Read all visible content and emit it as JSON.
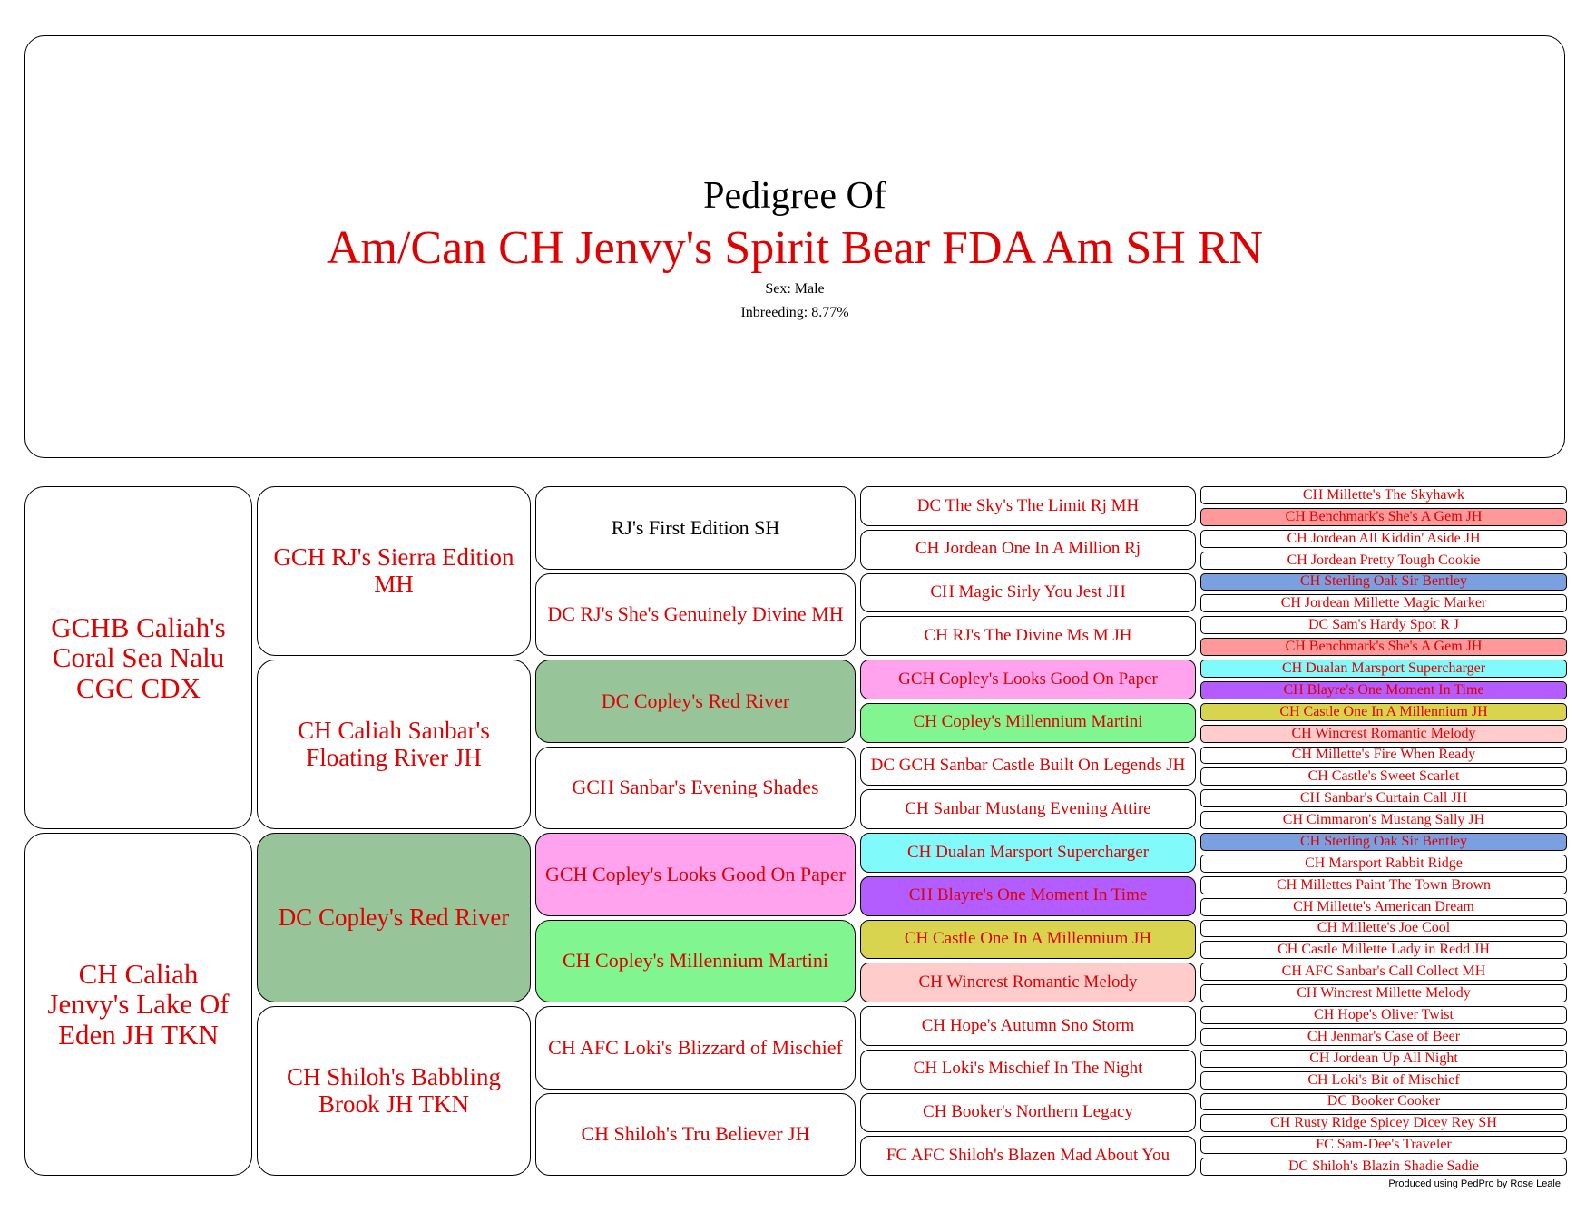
{
  "header": {
    "label": "Pedigree Of",
    "name": "Am/Can CH Jenvy's Spirit Bear FDA Am SH RN",
    "sex": "Sex: Male",
    "inbreeding": "Inbreeding: 8.77%"
  },
  "colors": {
    "text": "#e00000",
    "green": "#98c49a",
    "pink": "#ffa3ef",
    "lightgreen": "#80f590",
    "cyan": "#80fafa",
    "purple": "#b35cff",
    "yellow": "#d9d44e",
    "lightpink": "#ffcccc",
    "salmon": "#ff9999",
    "blue": "#7aa0e0"
  },
  "generations": [
    [
      {
        "name": "GCHB Caliah's Coral Sea Nalu CGC CDX"
      },
      {
        "name": "CH Caliah Jenvy's Lake Of Eden JH TKN"
      }
    ],
    [
      {
        "name": "GCH RJ's Sierra Edition MH"
      },
      {
        "name": "CH Caliah Sanbar's Floating River JH"
      },
      {
        "name": "DC Copley's Red River",
        "color": "green"
      },
      {
        "name": "CH Shiloh's Babbling Brook JH TKN"
      }
    ],
    [
      {
        "name": "RJ's First Edition SH",
        "black": true
      },
      {
        "name": "DC RJ's She's Genuinely Divine MH"
      },
      {
        "name": "DC Copley's Red River",
        "color": "green"
      },
      {
        "name": "GCH Sanbar's Evening Shades"
      },
      {
        "name": "GCH Copley's Looks Good On Paper",
        "color": "pink"
      },
      {
        "name": "CH Copley's Millennium Martini",
        "color": "lightgreen"
      },
      {
        "name": "CH AFC Loki's Blizzard of Mischief"
      },
      {
        "name": "CH Shiloh's Tru Believer JH"
      }
    ],
    [
      {
        "name": "DC The Sky's The Limit Rj MH"
      },
      {
        "name": "CH Jordean One In A Million Rj"
      },
      {
        "name": "CH Magic Sirly You Jest JH"
      },
      {
        "name": "CH RJ's The Divine Ms M JH"
      },
      {
        "name": "GCH Copley's Looks Good On Paper",
        "color": "pink"
      },
      {
        "name": "CH Copley's Millennium Martini",
        "color": "lightgreen"
      },
      {
        "name": "DC GCH Sanbar Castle Built On Legends JH"
      },
      {
        "name": "CH Sanbar Mustang Evening Attire"
      },
      {
        "name": "CH Dualan Marsport Supercharger",
        "color": "cyan"
      },
      {
        "name": "CH Blayre's One Moment In Time",
        "color": "purple"
      },
      {
        "name": "CH Castle One In A Millennium JH",
        "color": "yellow"
      },
      {
        "name": "CH Wincrest Romantic Melody",
        "color": "lightpink"
      },
      {
        "name": "CH Hope's Autumn Sno Storm"
      },
      {
        "name": "CH Loki's Mischief In The Night"
      },
      {
        "name": "CH Booker's Northern Legacy"
      },
      {
        "name": "FC AFC Shiloh's Blazen Mad About You"
      }
    ],
    [
      {
        "name": "CH Millette's The Skyhawk"
      },
      {
        "name": "CH Benchmark's She's A Gem JH",
        "color": "salmon"
      },
      {
        "name": "CH Jordean All Kiddin' Aside JH"
      },
      {
        "name": "CH Jordean Pretty Tough Cookie"
      },
      {
        "name": "CH Sterling Oak Sir Bentley",
        "color": "blue"
      },
      {
        "name": "CH Jordean Millette Magic Marker"
      },
      {
        "name": "DC Sam's Hardy Spot R J"
      },
      {
        "name": "CH Benchmark's She's A Gem JH",
        "color": "salmon"
      },
      {
        "name": "CH Dualan Marsport Supercharger",
        "color": "cyan"
      },
      {
        "name": "CH Blayre's One Moment In Time",
        "color": "purple"
      },
      {
        "name": "CH Castle One In A Millennium JH",
        "color": "yellow"
      },
      {
        "name": "CH Wincrest Romantic Melody",
        "color": "lightpink"
      },
      {
        "name": "CH Millette's Fire When Ready"
      },
      {
        "name": "CH Castle's Sweet Scarlet"
      },
      {
        "name": "CH Sanbar's Curtain Call JH"
      },
      {
        "name": "CH Cimmaron's Mustang Sally JH"
      },
      {
        "name": "CH Sterling Oak Sir Bentley",
        "color": "blue"
      },
      {
        "name": "CH Marsport Rabbit Ridge"
      },
      {
        "name": "CH Millettes Paint The Town Brown"
      },
      {
        "name": "CH Millette's American Dream"
      },
      {
        "name": "CH Millette's Joe Cool"
      },
      {
        "name": "CH Castle Millette Lady in Redd JH"
      },
      {
        "name": "CH AFC Sanbar's Call Collect MH"
      },
      {
        "name": "CH Wincrest Millette Melody"
      },
      {
        "name": "CH Hope's Oliver Twist"
      },
      {
        "name": "CH Jenmar's Case of Beer"
      },
      {
        "name": "CH Jordean Up All Night"
      },
      {
        "name": "CH Loki's Bit of Mischief"
      },
      {
        "name": "DC Booker Cooker"
      },
      {
        "name": "CH Rusty Ridge Spicey Dicey Rey SH"
      },
      {
        "name": "FC Sam-Dee's Traveler"
      },
      {
        "name": "DC Shiloh's Blazin Shadie Sadie"
      }
    ]
  ],
  "footer": "Produced using PedPro by Rose Leale"
}
